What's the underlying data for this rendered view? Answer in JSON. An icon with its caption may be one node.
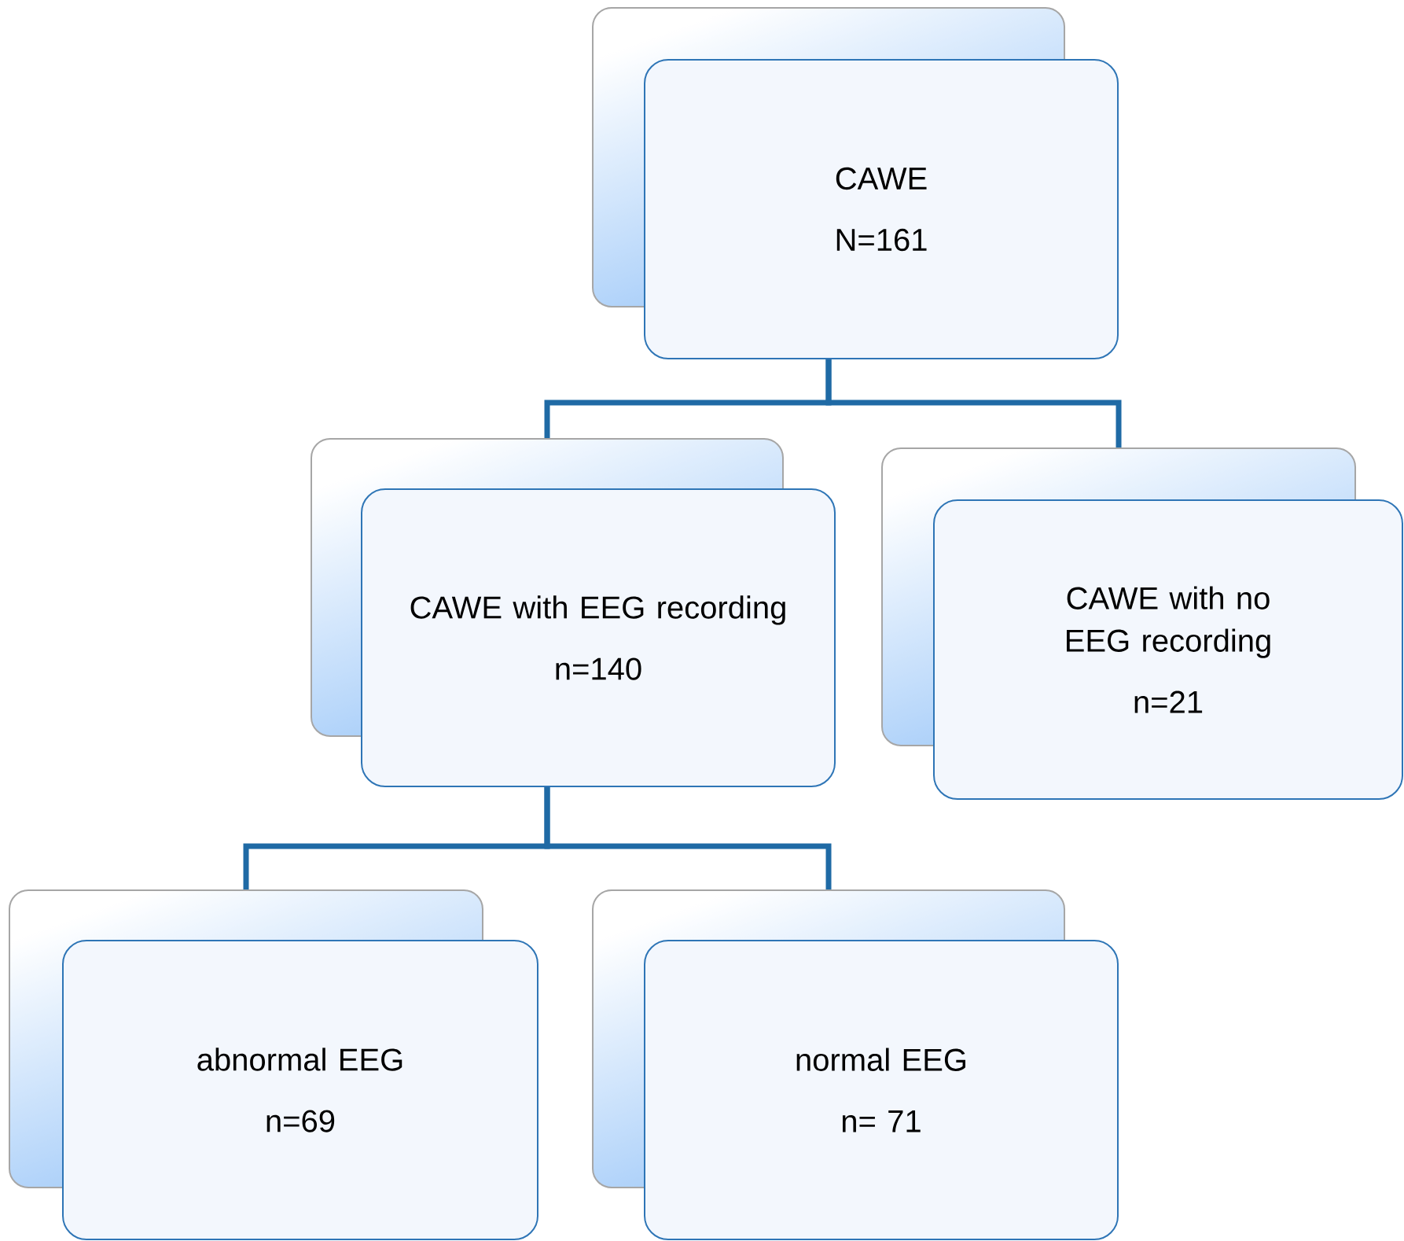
{
  "diagram": {
    "nodes": [
      {
        "text": [
          "CAWE",
          "N=161"
        ]
      },
      {
        "text": [
          "CAWE with EEG recording",
          "n=140"
        ]
      },
      {
        "text": [
          "CAWE with no EEG recording",
          "n=21"
        ]
      },
      {
        "text": [
          "abnormal EEG",
          "n=69"
        ]
      },
      {
        "text": [
          "normal EEG",
          "n= 71"
        ]
      }
    ],
    "edges": [
      {
        "from": 0,
        "to": 1,
        "arrow": "none"
      },
      {
        "from": 0,
        "to": 2,
        "arrow": "none"
      },
      {
        "from": 1,
        "to": 3,
        "arrow": "none"
      },
      {
        "from": 1,
        "to": 4,
        "arrow": "none"
      }
    ]
  }
}
